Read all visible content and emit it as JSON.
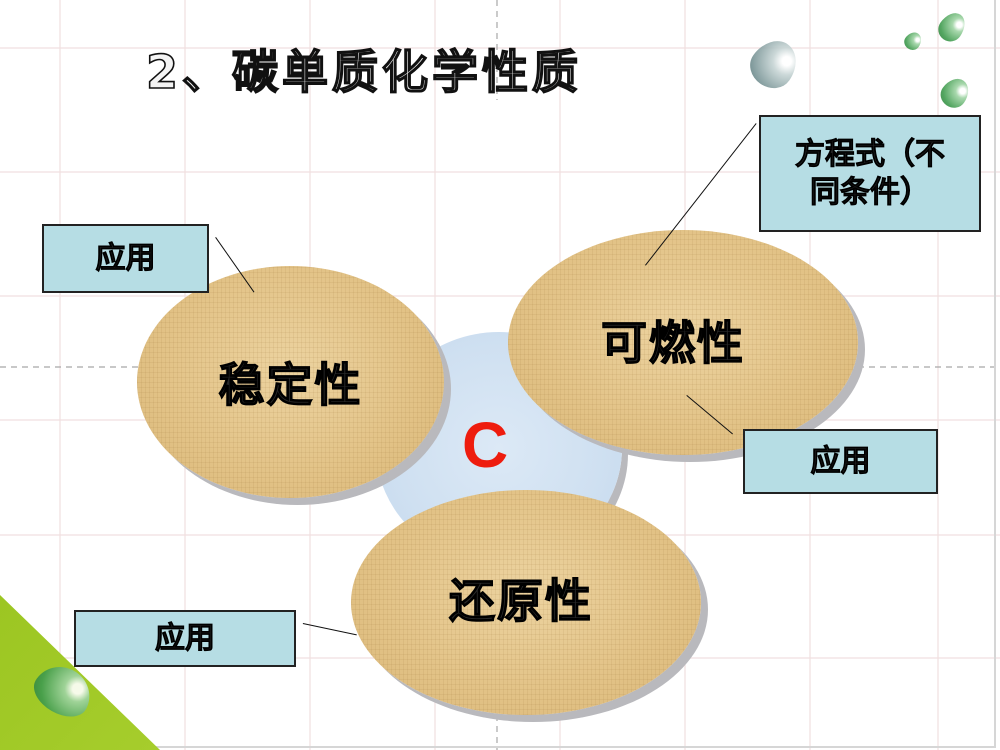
{
  "slide": {
    "title": "2、碳单质化学性质",
    "center_element": "C",
    "properties": [
      {
        "id": "stability",
        "label": "稳定性"
      },
      {
        "id": "flammability",
        "label": "可燃性"
      },
      {
        "id": "reducibility",
        "label": "还原性"
      }
    ],
    "callouts": {
      "stability_application": "应用",
      "flammability_equation": "方程式（不同条件）",
      "flammability_equation_line1": "方程式（不",
      "flammability_equation_line2": "同条件）",
      "flammability_application": "应用",
      "reducibility_application": "应用"
    },
    "colors": {
      "ellipse_fill": "#e2c286",
      "center_fill": "#cfe0f1",
      "carbon_text": "#ee1c0e",
      "callout_fill": "#b6dde4",
      "corner_green": "#9cc622",
      "grid_line": "#f0dede"
    }
  }
}
